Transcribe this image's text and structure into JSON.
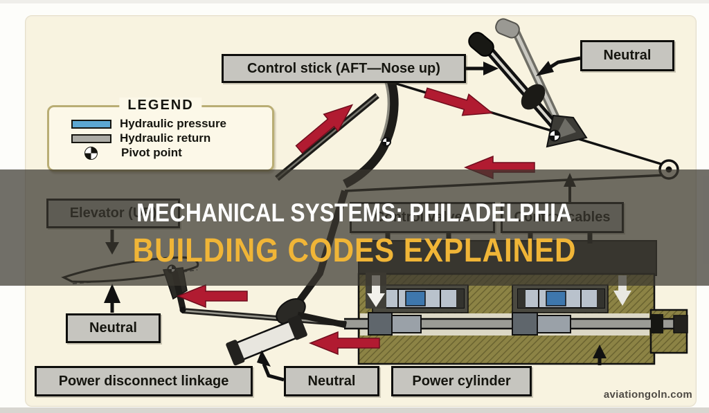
{
  "banner": {
    "line1": "MECHANICAL SYSTEMS: PHILADELPHIA",
    "line2": "BUILDING CODES EXPLAINED",
    "line1_color": "#ffffff",
    "line2_color": "#f0b537",
    "overlay_color": "rgba(58,55,47,0.72)"
  },
  "diagram": {
    "labels": {
      "control_stick": "Control stick (AFT—Nose up)",
      "neutral_top": "Neutral",
      "elevator_up": "Elevator (UP)",
      "control_valves": "Control valves",
      "control_cables": "Control cables",
      "neutral_left": "Neutral",
      "power_disconnect": "Power disconnect linkage",
      "neutral_bottom": "Neutral",
      "power_cylinder": "Power cylinder"
    },
    "legend": {
      "title": "LEGEND",
      "items": [
        {
          "label": "Hydraulic pressure",
          "swatch_color": "#5ba7d2"
        },
        {
          "label": "Hydraulic return",
          "swatch_color": "#ababa5"
        },
        {
          "label": "Pivot point",
          "swatch_color": "black-white-quadrant-circle"
        }
      ]
    },
    "colors": {
      "panel_bg": "#f8f3e0",
      "label_box_bg": "#c6c5bf",
      "label_box_border": "#0d0d0b",
      "red_motion_arrow": "#b11b31",
      "cylinder_body_olive": "#8c8345",
      "stick_neutral_gray": "#9a9993",
      "stick_aft_black": "#181814"
    }
  },
  "watermark": "aviationgoln.com"
}
